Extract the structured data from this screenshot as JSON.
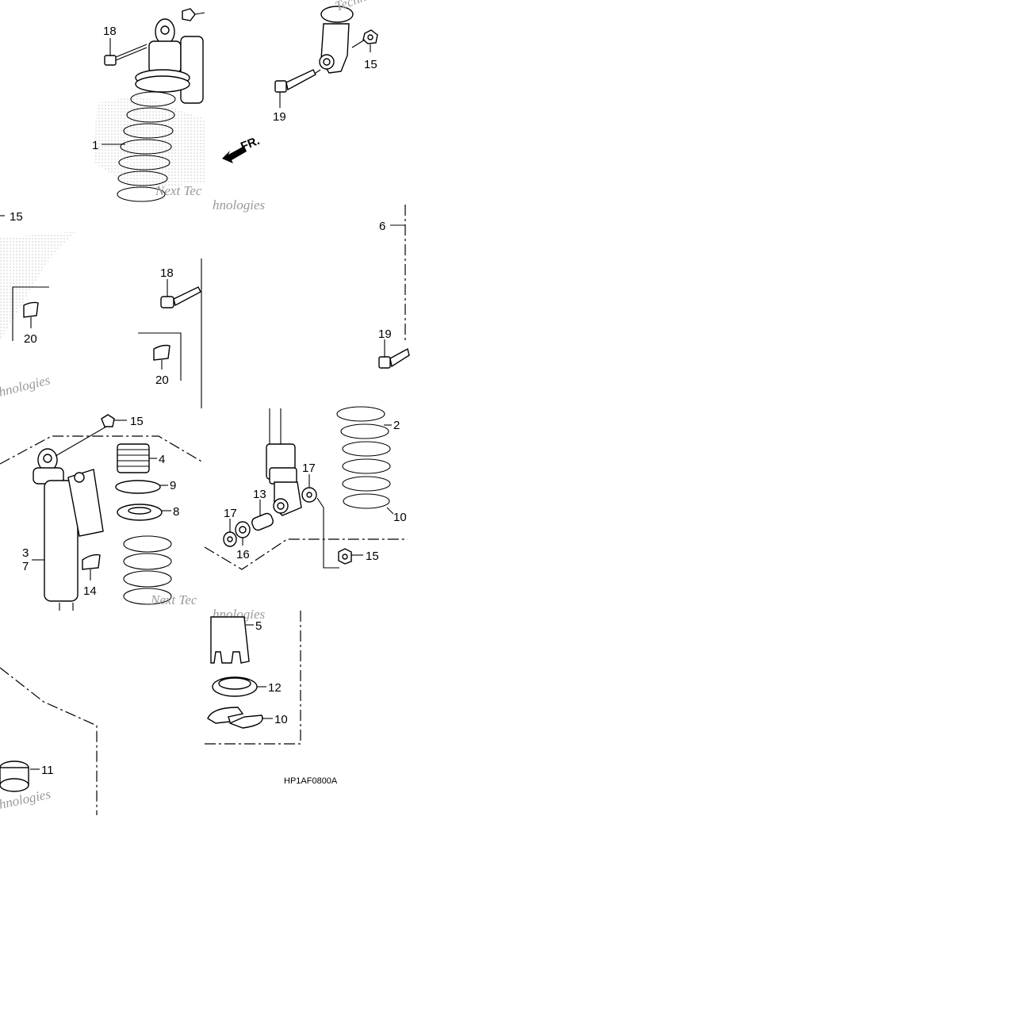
{
  "diagram_code": "HP1AF0800A",
  "front_arrow_label": "FR.",
  "watermark": {
    "line1": "Next Tec",
    "line2": "hnologies",
    "line3": "Technolo"
  },
  "callouts": {
    "c1": "1",
    "c2": "2",
    "c3": "3",
    "c4": "4",
    "c5": "5",
    "c6": "6",
    "c7": "7",
    "c8": "8",
    "c9": "9",
    "c10a": "10",
    "c10b": "10",
    "c11": "11",
    "c12": "12",
    "c13": "13",
    "c14": "14",
    "c15a": "15",
    "c15b": "15",
    "c15c": "15",
    "c15d": "15",
    "c16": "16",
    "c17a": "17",
    "c17b": "17",
    "c18a": "18",
    "c18b": "18",
    "c19a": "19",
    "c19b": "19",
    "c20a": "20",
    "c20b": "20"
  }
}
